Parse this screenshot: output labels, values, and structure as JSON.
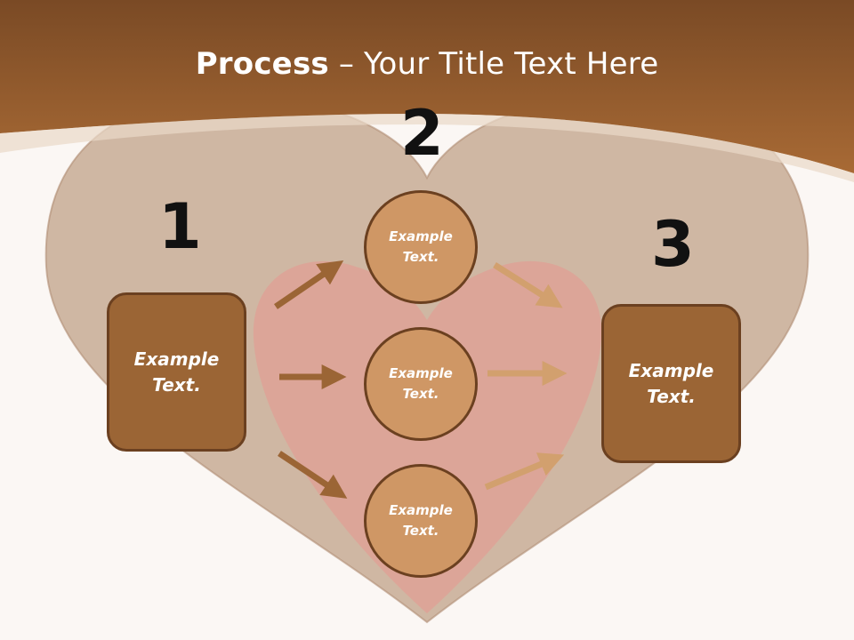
{
  "title": {
    "bold": "Process",
    "rest": " – Your Title Text Here"
  },
  "steps": {
    "one": "1",
    "two": "2",
    "three": "3"
  },
  "left_box": {
    "text": "Example Text."
  },
  "right_box": {
    "text": "Example Text."
  },
  "circles": [
    {
      "text": "Example Text."
    },
    {
      "text": "Example Text."
    },
    {
      "text": "Example Text."
    }
  ],
  "colors": {
    "banner": "#a0632f",
    "box_fill": "#9b6535",
    "circle_fill": "#cf9765",
    "outline": "#6b4020",
    "arrow_dark": "#9b6535",
    "arrow_light": "#d2a06e"
  }
}
